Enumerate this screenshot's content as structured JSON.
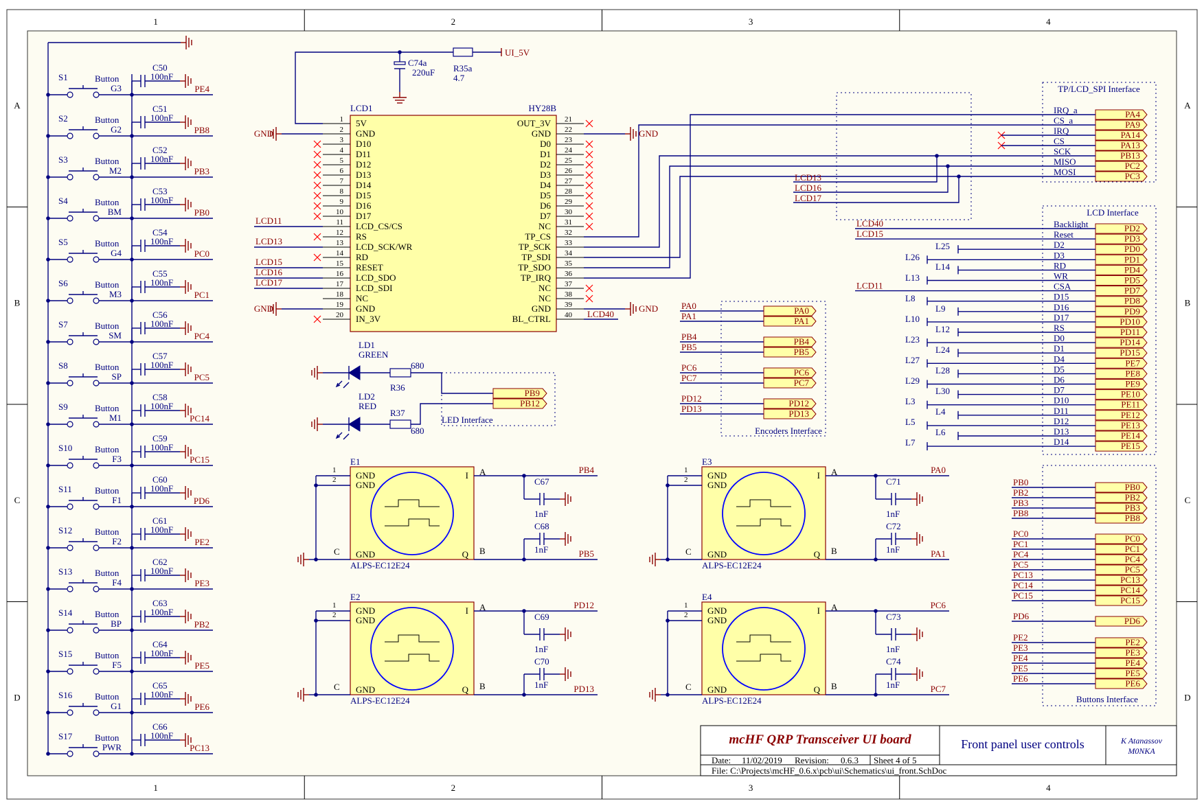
{
  "frame": {
    "columns": [
      "1",
      "2",
      "3",
      "4"
    ],
    "rows": [
      "A",
      "B",
      "C",
      "D"
    ]
  },
  "buttons": [
    {
      "ref": "S1",
      "label": "Button",
      "func": "G3",
      "cap": "C50",
      "cap_val": "100nF",
      "net": "PE4"
    },
    {
      "ref": "S2",
      "label": "Button",
      "func": "G2",
      "cap": "C51",
      "cap_val": "100nF",
      "net": "PB8"
    },
    {
      "ref": "S3",
      "label": "Button",
      "func": "M2",
      "cap": "C52",
      "cap_val": "100nF",
      "net": "PB3"
    },
    {
      "ref": "S4",
      "label": "Button",
      "func": "BM",
      "cap": "C53",
      "cap_val": "100nF",
      "net": "PB0"
    },
    {
      "ref": "S5",
      "label": "Button",
      "func": "G4",
      "cap": "C54",
      "cap_val": "100nF",
      "net": "PC0"
    },
    {
      "ref": "S6",
      "label": "Button",
      "func": "M3",
      "cap": "C55",
      "cap_val": "100nF",
      "net": "PC1"
    },
    {
      "ref": "S7",
      "label": "Button",
      "func": "SM",
      "cap": "C56",
      "cap_val": "100nF",
      "net": "PC4"
    },
    {
      "ref": "S8",
      "label": "Button",
      "func": "SP",
      "cap": "C57",
      "cap_val": "100nF",
      "net": "PC5"
    },
    {
      "ref": "S9",
      "label": "Button",
      "func": "M1",
      "cap": "C58",
      "cap_val": "100nF",
      "net": "PC14"
    },
    {
      "ref": "S10",
      "label": "Button",
      "func": "F3",
      "cap": "C59",
      "cap_val": "100nF",
      "net": "PC15"
    },
    {
      "ref": "S11",
      "label": "Button",
      "func": "F1",
      "cap": "C60",
      "cap_val": "100nF",
      "net": "PD6"
    },
    {
      "ref": "S12",
      "label": "Button",
      "func": "F2",
      "cap": "C61",
      "cap_val": "100nF",
      "net": "PE2"
    },
    {
      "ref": "S13",
      "label": "Button",
      "func": "F4",
      "cap": "C62",
      "cap_val": "100nF",
      "net": "PE3"
    },
    {
      "ref": "S14",
      "label": "Button",
      "func": "BP",
      "cap": "C63",
      "cap_val": "100nF",
      "net": "PB2"
    },
    {
      "ref": "S15",
      "label": "Button",
      "func": "F5",
      "cap": "C64",
      "cap_val": "100nF",
      "net": "PE5"
    },
    {
      "ref": "S16",
      "label": "Button",
      "func": "G1",
      "cap": "C65",
      "cap_val": "100nF",
      "net": "PE6"
    },
    {
      "ref": "S17",
      "label": "Button",
      "func": "PWR",
      "cap": "C66",
      "cap_val": "100nF",
      "net": "PC13"
    }
  ],
  "lcd": {
    "ref": "LCD1",
    "part": "HY28B",
    "left_pins": [
      {
        "n": "1",
        "name": "5V"
      },
      {
        "n": "2",
        "name": "GND"
      },
      {
        "n": "3",
        "name": "D10"
      },
      {
        "n": "4",
        "name": "D11"
      },
      {
        "n": "5",
        "name": "D12"
      },
      {
        "n": "6",
        "name": "D13"
      },
      {
        "n": "7",
        "name": "D14"
      },
      {
        "n": "8",
        "name": "D15"
      },
      {
        "n": "9",
        "name": "D16"
      },
      {
        "n": "10",
        "name": "D17"
      },
      {
        "n": "11",
        "name": "LCD_CS/CS"
      },
      {
        "n": "12",
        "name": "RS"
      },
      {
        "n": "13",
        "name": "LCD_SCK/WR"
      },
      {
        "n": "14",
        "name": "RD"
      },
      {
        "n": "15",
        "name": "RESET"
      },
      {
        "n": "16",
        "name": "LCD_SDO"
      },
      {
        "n": "17",
        "name": "LCD_SDI"
      },
      {
        "n": "18",
        "name": "NC"
      },
      {
        "n": "19",
        "name": "GND"
      },
      {
        "n": "20",
        "name": "IN_3V"
      }
    ],
    "right_pins": [
      {
        "n": "21",
        "name": "OUT_3V"
      },
      {
        "n": "22",
        "name": "GND"
      },
      {
        "n": "23",
        "name": "D0"
      },
      {
        "n": "24",
        "name": "D1"
      },
      {
        "n": "25",
        "name": "D2"
      },
      {
        "n": "26",
        "name": "D3"
      },
      {
        "n": "27",
        "name": "D4"
      },
      {
        "n": "28",
        "name": "D5"
      },
      {
        "n": "29",
        "name": "D6"
      },
      {
        "n": "30",
        "name": "D7"
      },
      {
        "n": "31",
        "name": "NC"
      },
      {
        "n": "32",
        "name": "TP_CS"
      },
      {
        "n": "33",
        "name": "TP_SCK"
      },
      {
        "n": "34",
        "name": "TP_SDI"
      },
      {
        "n": "35",
        "name": "TP_SDO"
      },
      {
        "n": "36",
        "name": "TP_IRQ"
      },
      {
        "n": "37",
        "name": "NC"
      },
      {
        "n": "38",
        "name": "NC"
      },
      {
        "n": "39",
        "name": "GND"
      },
      {
        "n": "40",
        "name": "BL_CTRL"
      }
    ],
    "left_nets": {
      "11": "LCD11",
      "13": "LCD13",
      "15": "LCD15",
      "16": "LCD16",
      "17": "LCD17"
    },
    "gnd_label": "GND",
    "bl_net": "LCD40",
    "cap": "C74a",
    "cap_val": "220uF",
    "res": "R35a",
    "res_val": "4.7",
    "supply": "UI_5V"
  },
  "spi": {
    "title": "TP/LCD_SPI Interface",
    "signals": [
      {
        "name": "IRQ_a",
        "port": "PA4"
      },
      {
        "name": "CS_a",
        "port": "PA9"
      },
      {
        "name": "IRQ",
        "port": "PA14"
      },
      {
        "name": "CS",
        "port": "PA13"
      },
      {
        "name": "SCK",
        "port": "PB13"
      },
      {
        "name": "MISO",
        "port": "PC2"
      },
      {
        "name": "MOSI",
        "port": "PC3"
      }
    ],
    "lcd_nets": [
      "LCD13",
      "LCD16",
      "LCD17"
    ]
  },
  "lcd_if": {
    "title": "LCD Interface",
    "signals": [
      {
        "name": "Backlight",
        "port": "PD2",
        "net": "LCD40"
      },
      {
        "name": "Reset",
        "port": "PD3",
        "net": "LCD15"
      },
      {
        "name": "D2",
        "port": "PD0",
        "net": ""
      },
      {
        "name": "D3",
        "port": "PD1",
        "net": ""
      },
      {
        "name": "RD",
        "port": "PD4",
        "net": ""
      },
      {
        "name": "WR",
        "port": "PD5",
        "net": ""
      },
      {
        "name": "CSA",
        "port": "PD7",
        "net": "LCD11"
      },
      {
        "name": "D15",
        "port": "PD8",
        "net": ""
      },
      {
        "name": "D16",
        "port": "PD9",
        "net": ""
      },
      {
        "name": "D17",
        "port": "PD10",
        "net": ""
      },
      {
        "name": "RS",
        "port": "PD11",
        "net": ""
      },
      {
        "name": "D0",
        "port": "PD14",
        "net": ""
      },
      {
        "name": "D1",
        "port": "PD15",
        "net": ""
      },
      {
        "name": "D4",
        "port": "PE7",
        "net": ""
      },
      {
        "name": "D5",
        "port": "PE8",
        "net": ""
      },
      {
        "name": "D6",
        "port": "PE9",
        "net": ""
      },
      {
        "name": "D7",
        "port": "PE10",
        "net": ""
      },
      {
        "name": "D10",
        "port": "PE11",
        "net": ""
      },
      {
        "name": "D11",
        "port": "PE12",
        "net": ""
      },
      {
        "name": "D12",
        "port": "PE13",
        "net": ""
      },
      {
        "name": "D13",
        "port": "PE14",
        "net": ""
      },
      {
        "name": "D14",
        "port": "PE15",
        "net": ""
      }
    ],
    "stubs": [
      "L25",
      "L26",
      "L14",
      "L13",
      "L8",
      "L9",
      "L10",
      "L12",
      "L23",
      "L24",
      "L27",
      "L28",
      "L29",
      "L30",
      "L3",
      "L4",
      "L5",
      "L6",
      "L7"
    ]
  },
  "leds": {
    "title": "LED Interface",
    "items": [
      {
        "ref": "LD1",
        "color": "GREEN",
        "res": "R36",
        "res_val": "680",
        "port": "PB9"
      },
      {
        "ref": "LD2",
        "color": "RED",
        "res": "R37",
        "res_val": "680",
        "port": "PB12"
      }
    ]
  },
  "encoders_if": {
    "title": "Encoders Interface",
    "ports": [
      "PA0",
      "PA1",
      "PB4",
      "PB5",
      "PC6",
      "PC7",
      "PD12",
      "PD13"
    ]
  },
  "encoders": [
    {
      "ref": "E1",
      "part": "ALPS-EC12E24",
      "capA": "C67",
      "capB": "C68",
      "cap_val": "1nF",
      "netA": "PB4",
      "netB": "PB5"
    },
    {
      "ref": "E3",
      "part": "ALPS-EC12E24",
      "capA": "C71",
      "capB": "C72",
      "cap_val": "1nF",
      "netA": "PA0",
      "netB": "PA1"
    },
    {
      "ref": "E2",
      "part": "ALPS-EC12E24",
      "capA": "C69",
      "capB": "C70",
      "cap_val": "1nF",
      "netA": "PD12",
      "netB": "PD13"
    },
    {
      "ref": "E4",
      "part": "ALPS-EC12E24",
      "capA": "C73",
      "capB": "C74",
      "cap_val": "1nF",
      "netA": "PC6",
      "netB": "PC7"
    }
  ],
  "encoder_pins": {
    "p1": "1",
    "p2": "2",
    "gnd": "GND",
    "c": "C",
    "i": "I",
    "q": "Q",
    "a": "A",
    "b": "B"
  },
  "buttons_if": {
    "title": "Buttons Interface",
    "groups": [
      [
        "PB0",
        "PB2",
        "PB3",
        "PB8"
      ],
      [
        "PC0",
        "PC1",
        "PC4",
        "PC5",
        "PC13",
        "PC14",
        "PC15"
      ],
      [
        "PD6"
      ],
      [
        "PE2",
        "PE3",
        "PE4",
        "PE5",
        "PE6"
      ]
    ]
  },
  "title_block": {
    "title": "mcHF QRP Transceiver UI board",
    "subtitle": "Front panel user controls",
    "author": "K Atanassov",
    "callsign": "M0NKA",
    "date_label": "Date:",
    "date": "11/02/2019",
    "rev_label": "Revision:",
    "revision": "0.6.3",
    "sheet": "Sheet  4  of  5",
    "file": "File: C:\\Projects\\mcHF_0.6.x\\pcb\\ui\\Schematics\\ui_front.SchDoc"
  }
}
